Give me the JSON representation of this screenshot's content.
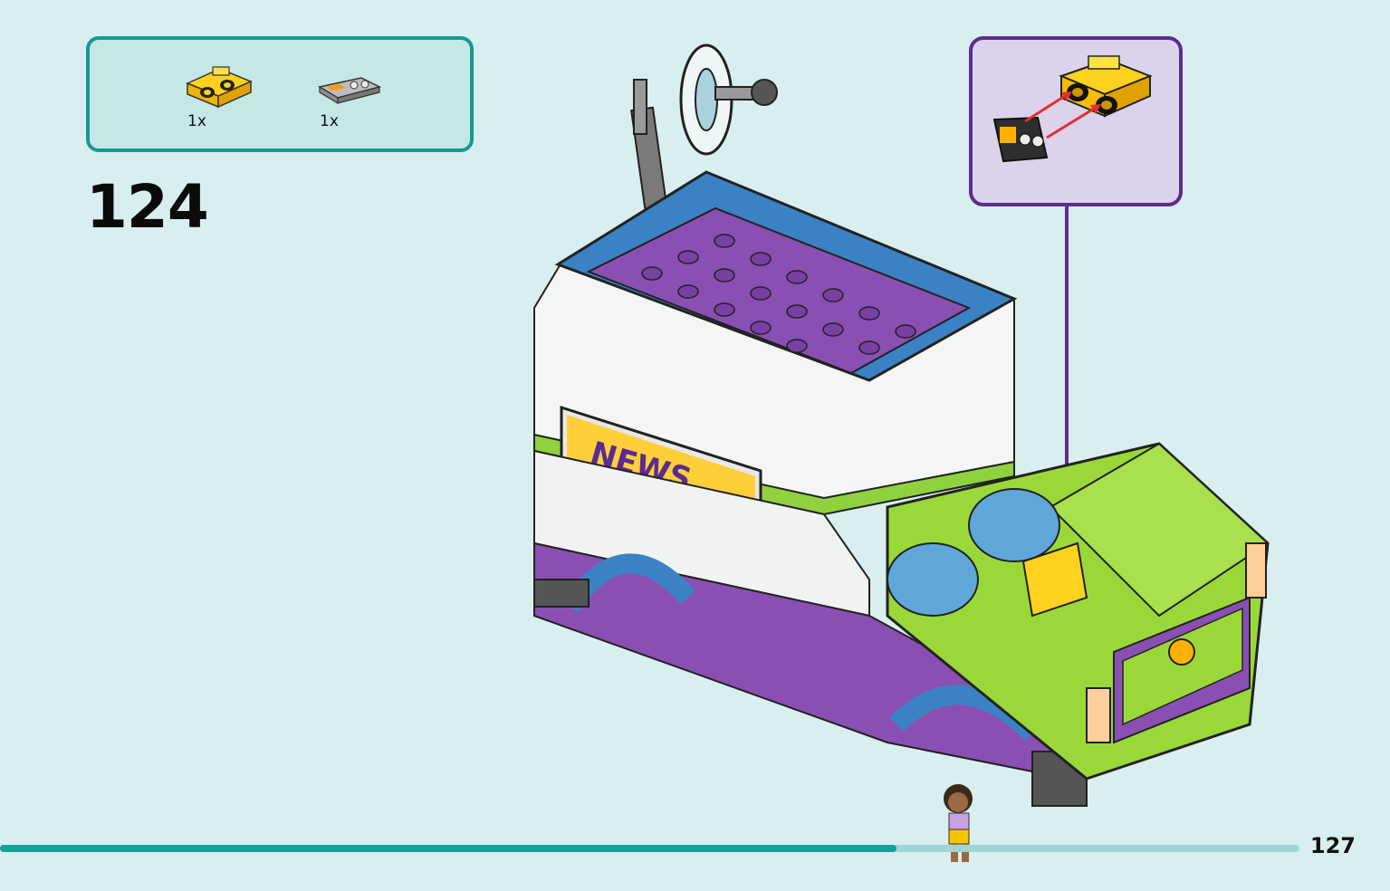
{
  "parts": [
    {
      "qty": "1x",
      "icon": "yellow-bracket-plate-icon"
    },
    {
      "qty": "1x",
      "icon": "printed-gauges-tile-icon"
    }
  ],
  "step": {
    "number": "124"
  },
  "vehicle": {
    "sign_text": "NEWS"
  },
  "page": {
    "number": "127",
    "progress_fraction": 0.69
  },
  "colors": {
    "background": "#d9eeee",
    "parts_border": "#139a94",
    "callout_border": "#5b2e8f",
    "progress": "#15a29b"
  }
}
